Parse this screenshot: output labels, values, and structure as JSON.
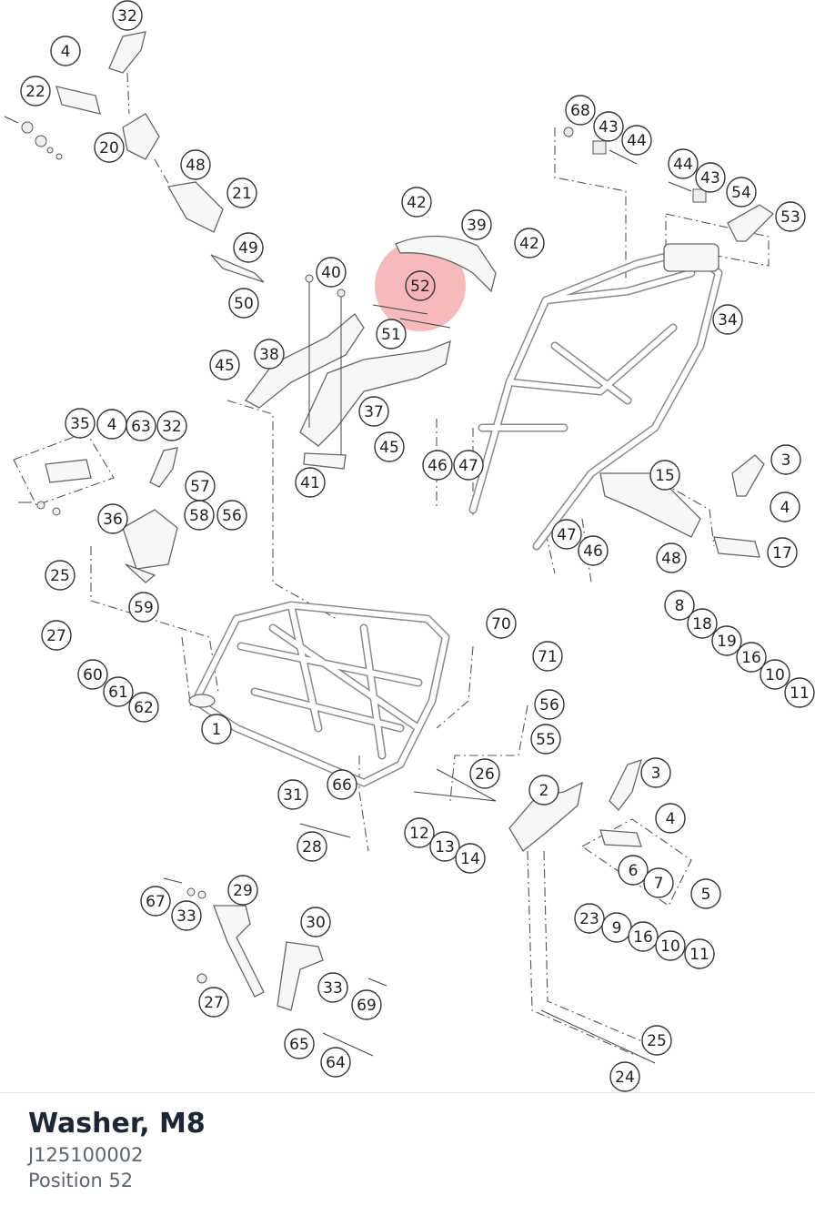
{
  "diagram": {
    "highlight_color": "#f4a3a3",
    "highlighted_position": "52",
    "callouts": [
      {
        "label": "32"
      },
      {
        "label": "4"
      },
      {
        "label": "22"
      },
      {
        "label": "20"
      },
      {
        "label": "48"
      },
      {
        "label": "21"
      },
      {
        "label": "49"
      },
      {
        "label": "50"
      },
      {
        "label": "68"
      },
      {
        "label": "43"
      },
      {
        "label": "44"
      },
      {
        "label": "44"
      },
      {
        "label": "43"
      },
      {
        "label": "54"
      },
      {
        "label": "53"
      },
      {
        "label": "42"
      },
      {
        "label": "39"
      },
      {
        "label": "42"
      },
      {
        "label": "40"
      },
      {
        "label": "52"
      },
      {
        "label": "51"
      },
      {
        "label": "34"
      },
      {
        "label": "45"
      },
      {
        "label": "38"
      },
      {
        "label": "37"
      },
      {
        "label": "45"
      },
      {
        "label": "41"
      },
      {
        "label": "46"
      },
      {
        "label": "47"
      },
      {
        "label": "35"
      },
      {
        "label": "4"
      },
      {
        "label": "63"
      },
      {
        "label": "32"
      },
      {
        "label": "57"
      },
      {
        "label": "36"
      },
      {
        "label": "58"
      },
      {
        "label": "56"
      },
      {
        "label": "3"
      },
      {
        "label": "15"
      },
      {
        "label": "4"
      },
      {
        "label": "47"
      },
      {
        "label": "46"
      },
      {
        "label": "17"
      },
      {
        "label": "48"
      },
      {
        "label": "25"
      },
      {
        "label": "59"
      },
      {
        "label": "27"
      },
      {
        "label": "8"
      },
      {
        "label": "18"
      },
      {
        "label": "19"
      },
      {
        "label": "16"
      },
      {
        "label": "10"
      },
      {
        "label": "11"
      },
      {
        "label": "70"
      },
      {
        "label": "71"
      },
      {
        "label": "60"
      },
      {
        "label": "61"
      },
      {
        "label": "62"
      },
      {
        "label": "1"
      },
      {
        "label": "56"
      },
      {
        "label": "55"
      },
      {
        "label": "26"
      },
      {
        "label": "66"
      },
      {
        "label": "3"
      },
      {
        "label": "2"
      },
      {
        "label": "31"
      },
      {
        "label": "4"
      },
      {
        "label": "28"
      },
      {
        "label": "12"
      },
      {
        "label": "13"
      },
      {
        "label": "14"
      },
      {
        "label": "6"
      },
      {
        "label": "7"
      },
      {
        "label": "5"
      },
      {
        "label": "29"
      },
      {
        "label": "67"
      },
      {
        "label": "33"
      },
      {
        "label": "30"
      },
      {
        "label": "23"
      },
      {
        "label": "9"
      },
      {
        "label": "16"
      },
      {
        "label": "10"
      },
      {
        "label": "11"
      },
      {
        "label": "33"
      },
      {
        "label": "69"
      },
      {
        "label": "27"
      },
      {
        "label": "65"
      },
      {
        "label": "25"
      },
      {
        "label": "64"
      },
      {
        "label": "24"
      }
    ]
  },
  "part": {
    "name": "Washer, M8",
    "number": "J125100002",
    "position_text": "Position 52"
  }
}
